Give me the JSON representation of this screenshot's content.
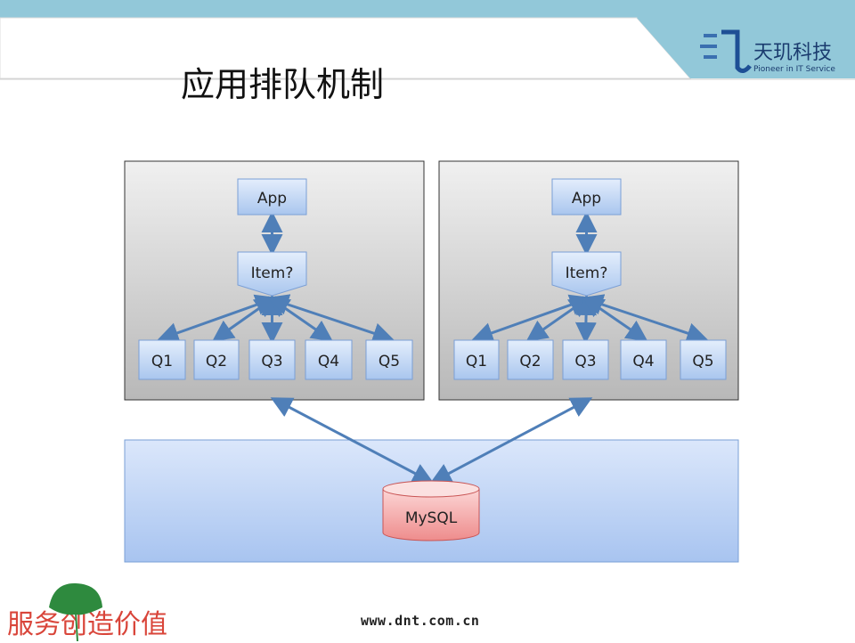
{
  "header": {
    "title": "应用排队机制",
    "company_name": "天玑科技",
    "company_tagline": "Pioneer in IT Service"
  },
  "diagram": {
    "servers": [
      {
        "app": "App",
        "item": "Item?",
        "queues": [
          "Q1",
          "Q2",
          "Q3",
          "Q4",
          "Q5"
        ]
      },
      {
        "app": "App",
        "item": "Item?",
        "queues": [
          "Q1",
          "Q2",
          "Q3",
          "Q4",
          "Q5"
        ]
      }
    ],
    "database": "MySQL"
  },
  "footer": {
    "url": "www.dnt.com.cn",
    "slogan": "服务创造价值"
  },
  "colors": {
    "topbar": "#92c8d9",
    "node_fill": "#c9dcf5",
    "arrow": "#4f7fb8",
    "db_fill": "#f3a6a6",
    "bottom_box": "#c3d6f5"
  }
}
